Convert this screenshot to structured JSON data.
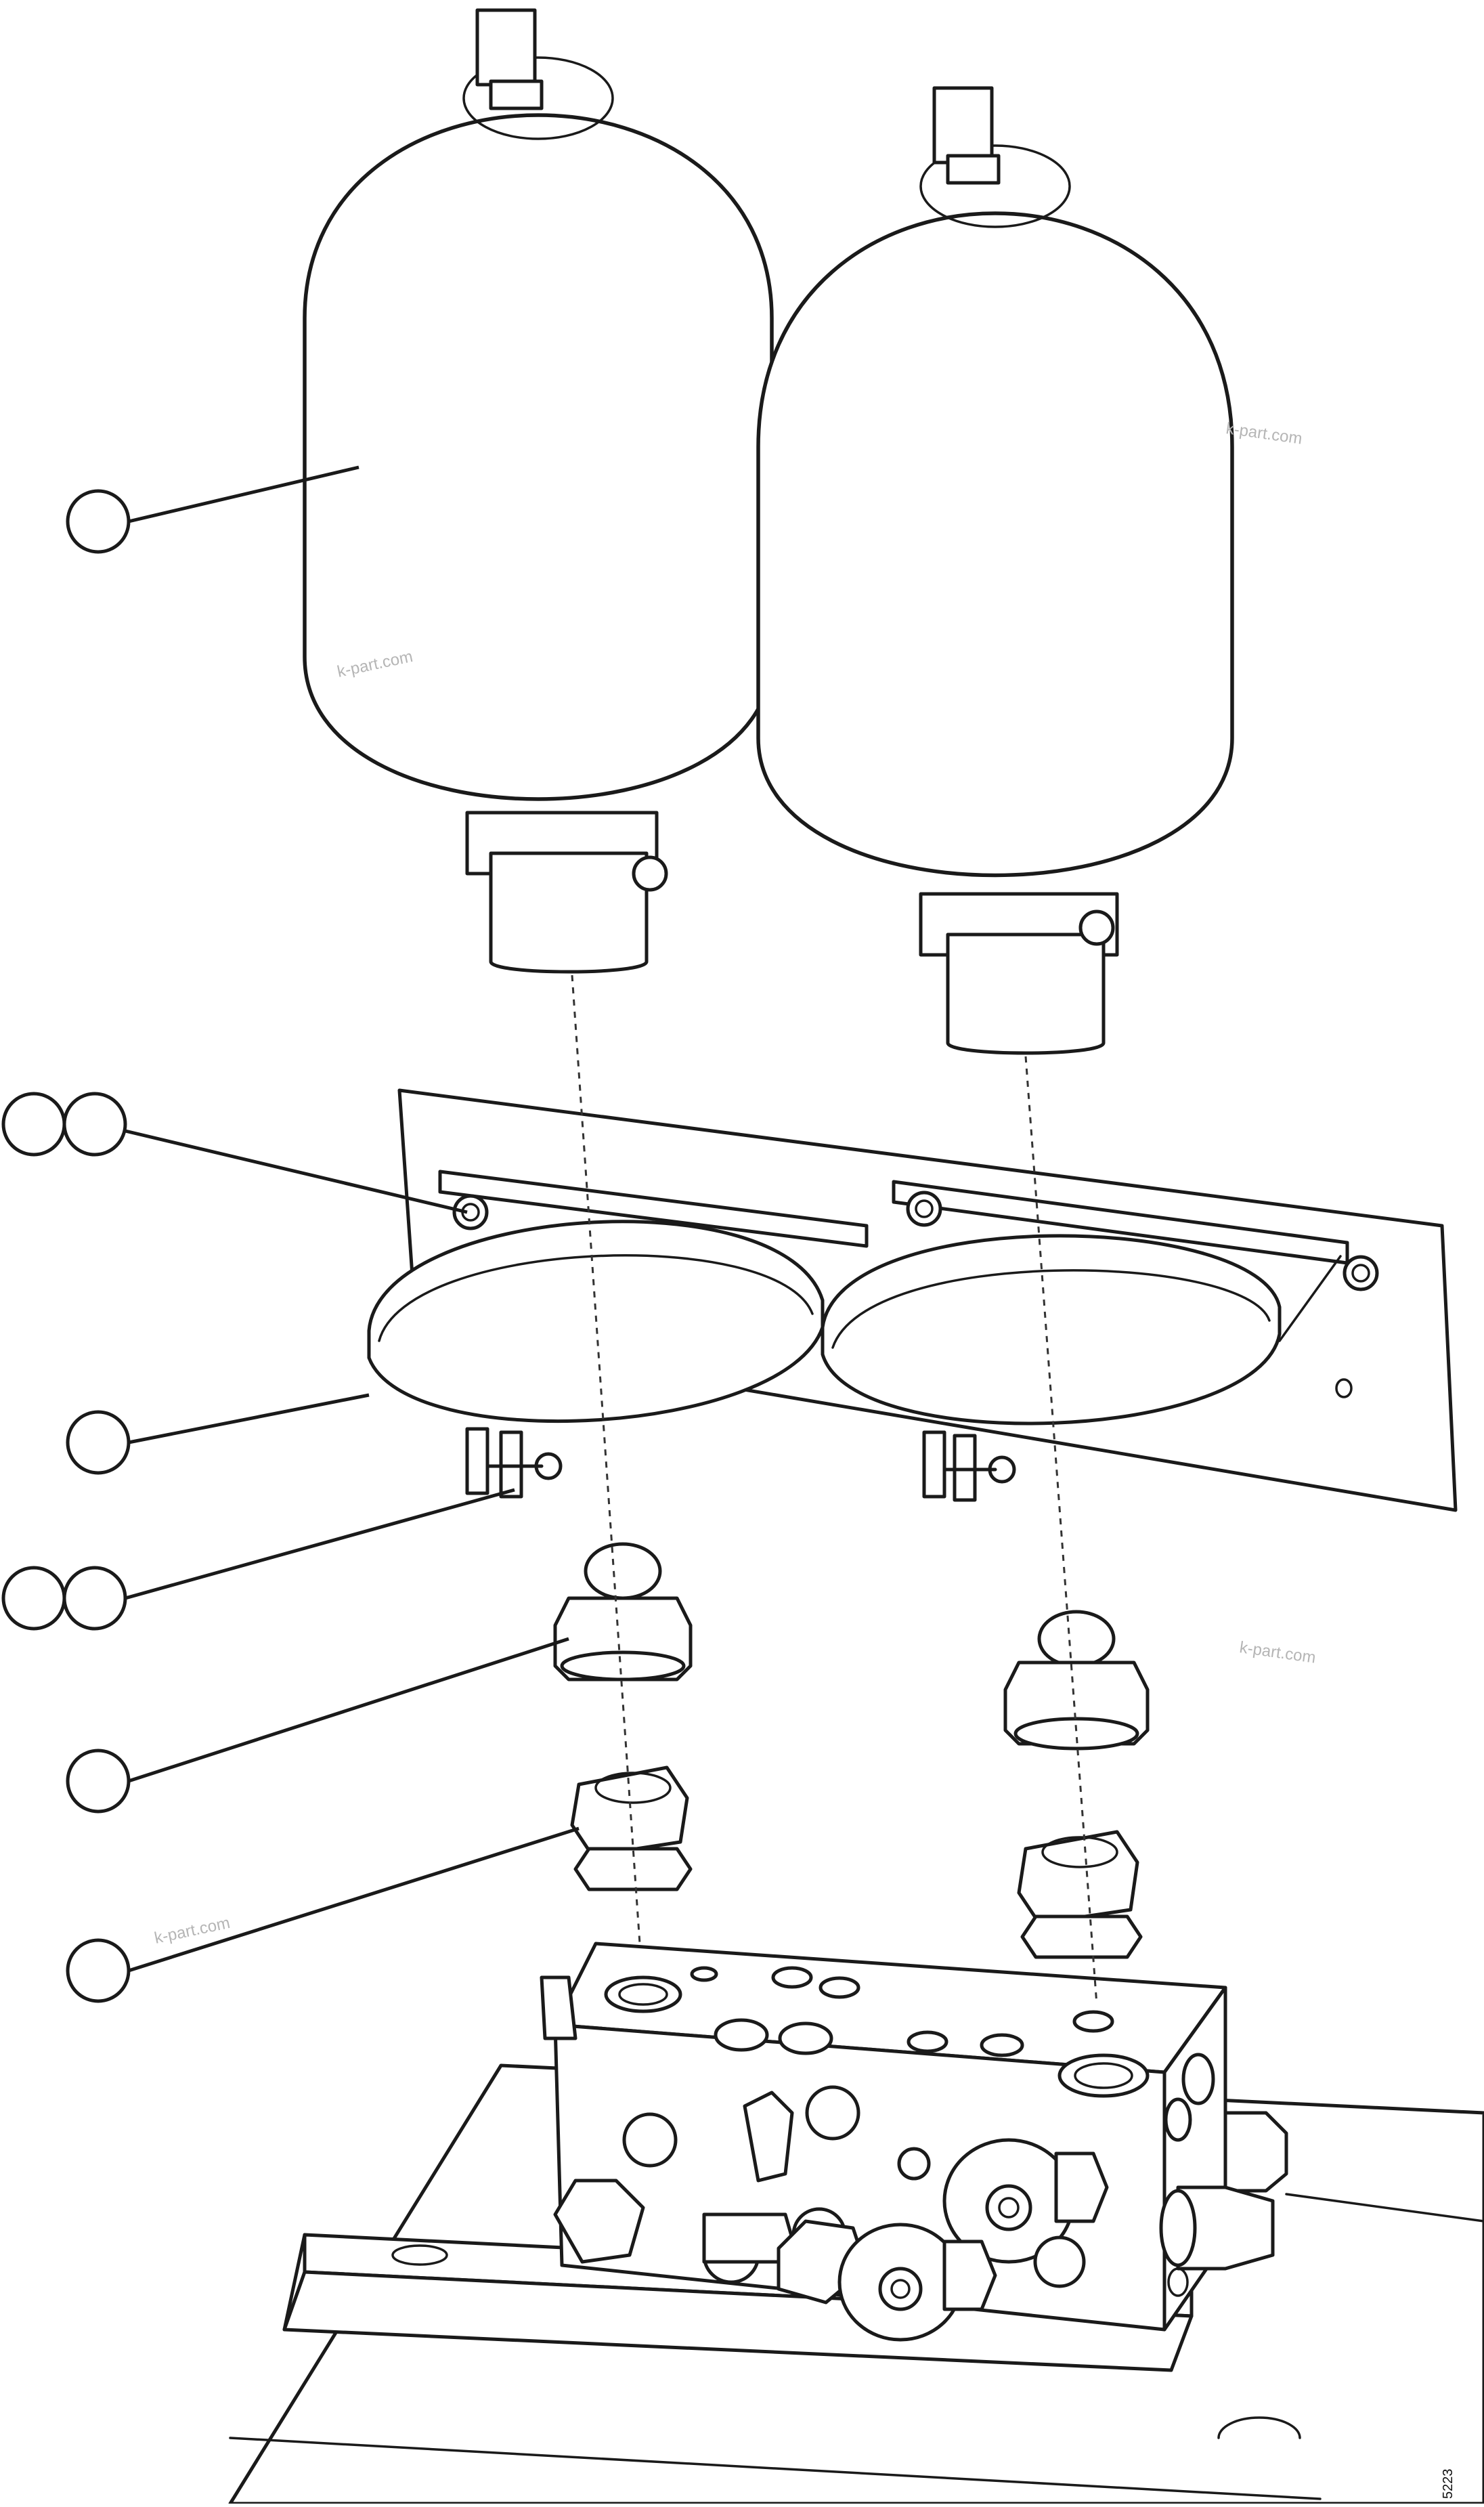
{
  "diagram": {
    "watermarks": [
      "k-part.com",
      "k-part.com",
      "k-part.com",
      "k-part.com"
    ],
    "drawing_number": "5223",
    "callouts": [
      {
        "id": "callout-1",
        "label": ""
      },
      {
        "id": "callout-2a",
        "label": ""
      },
      {
        "id": "callout-2b",
        "label": ""
      },
      {
        "id": "callout-3",
        "label": ""
      },
      {
        "id": "callout-4a",
        "label": ""
      },
      {
        "id": "callout-4b",
        "label": ""
      },
      {
        "id": "callout-5",
        "label": ""
      },
      {
        "id": "callout-6",
        "label": ""
      }
    ]
  }
}
